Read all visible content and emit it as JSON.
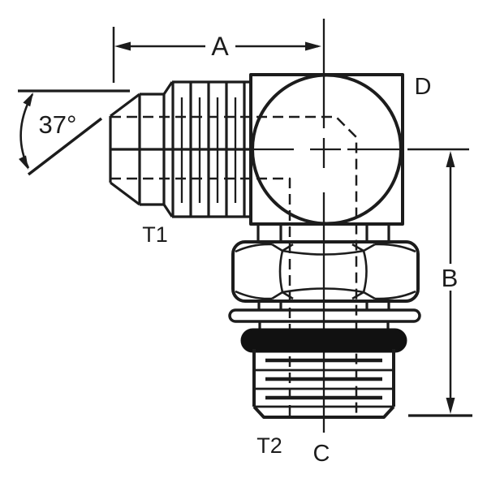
{
  "figure": {
    "type": "engineering-line-drawing",
    "description": "90 degree male elbow hydraulic fitting, JIC 37 degree flare to O-ring boss, dimensioned outline drawing",
    "labels": {
      "angle": "37°",
      "dim_a": "A",
      "dim_b": "B",
      "dim_c": "C",
      "dim_d": "D",
      "port_t1": "T1",
      "port_t2": "T2"
    },
    "colors": {
      "line": "#1c1c1c",
      "oring": "#111111",
      "background": "#ffffff"
    }
  }
}
